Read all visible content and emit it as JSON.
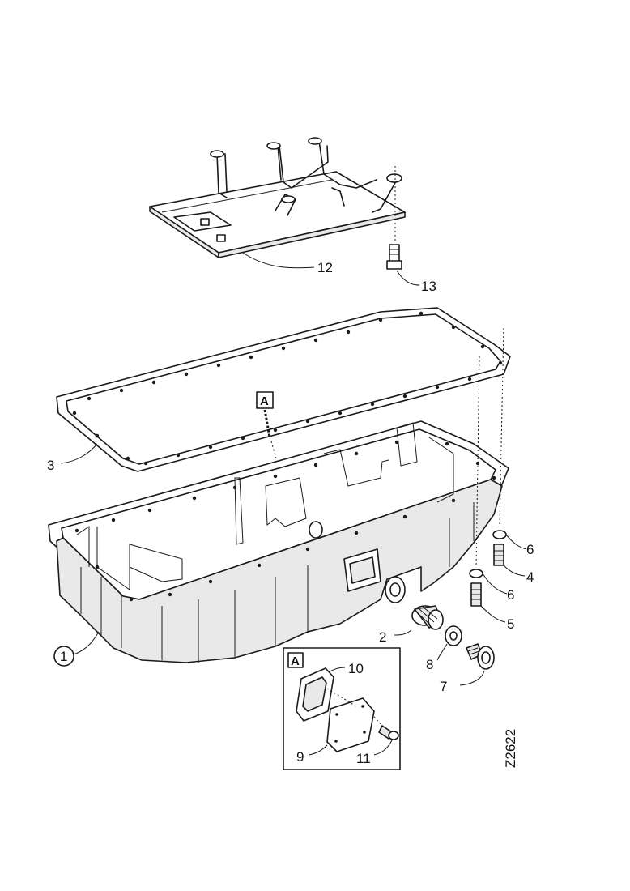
{
  "figure_code": "Z2622",
  "callouts": [
    {
      "id": "1",
      "label": "1"
    },
    {
      "id": "2",
      "label": "2"
    },
    {
      "id": "3",
      "label": "3"
    },
    {
      "id": "4",
      "label": "4"
    },
    {
      "id": "5",
      "label": "5"
    },
    {
      "id": "6a",
      "label": "6"
    },
    {
      "id": "6b",
      "label": "6"
    },
    {
      "id": "7",
      "label": "7"
    },
    {
      "id": "8",
      "label": "8"
    },
    {
      "id": "9",
      "label": "9"
    },
    {
      "id": "10",
      "label": "10"
    },
    {
      "id": "11",
      "label": "11"
    },
    {
      "id": "12",
      "label": "12"
    },
    {
      "id": "13",
      "label": "13"
    }
  ],
  "detail_marker": "A",
  "detail_box_title": "A"
}
